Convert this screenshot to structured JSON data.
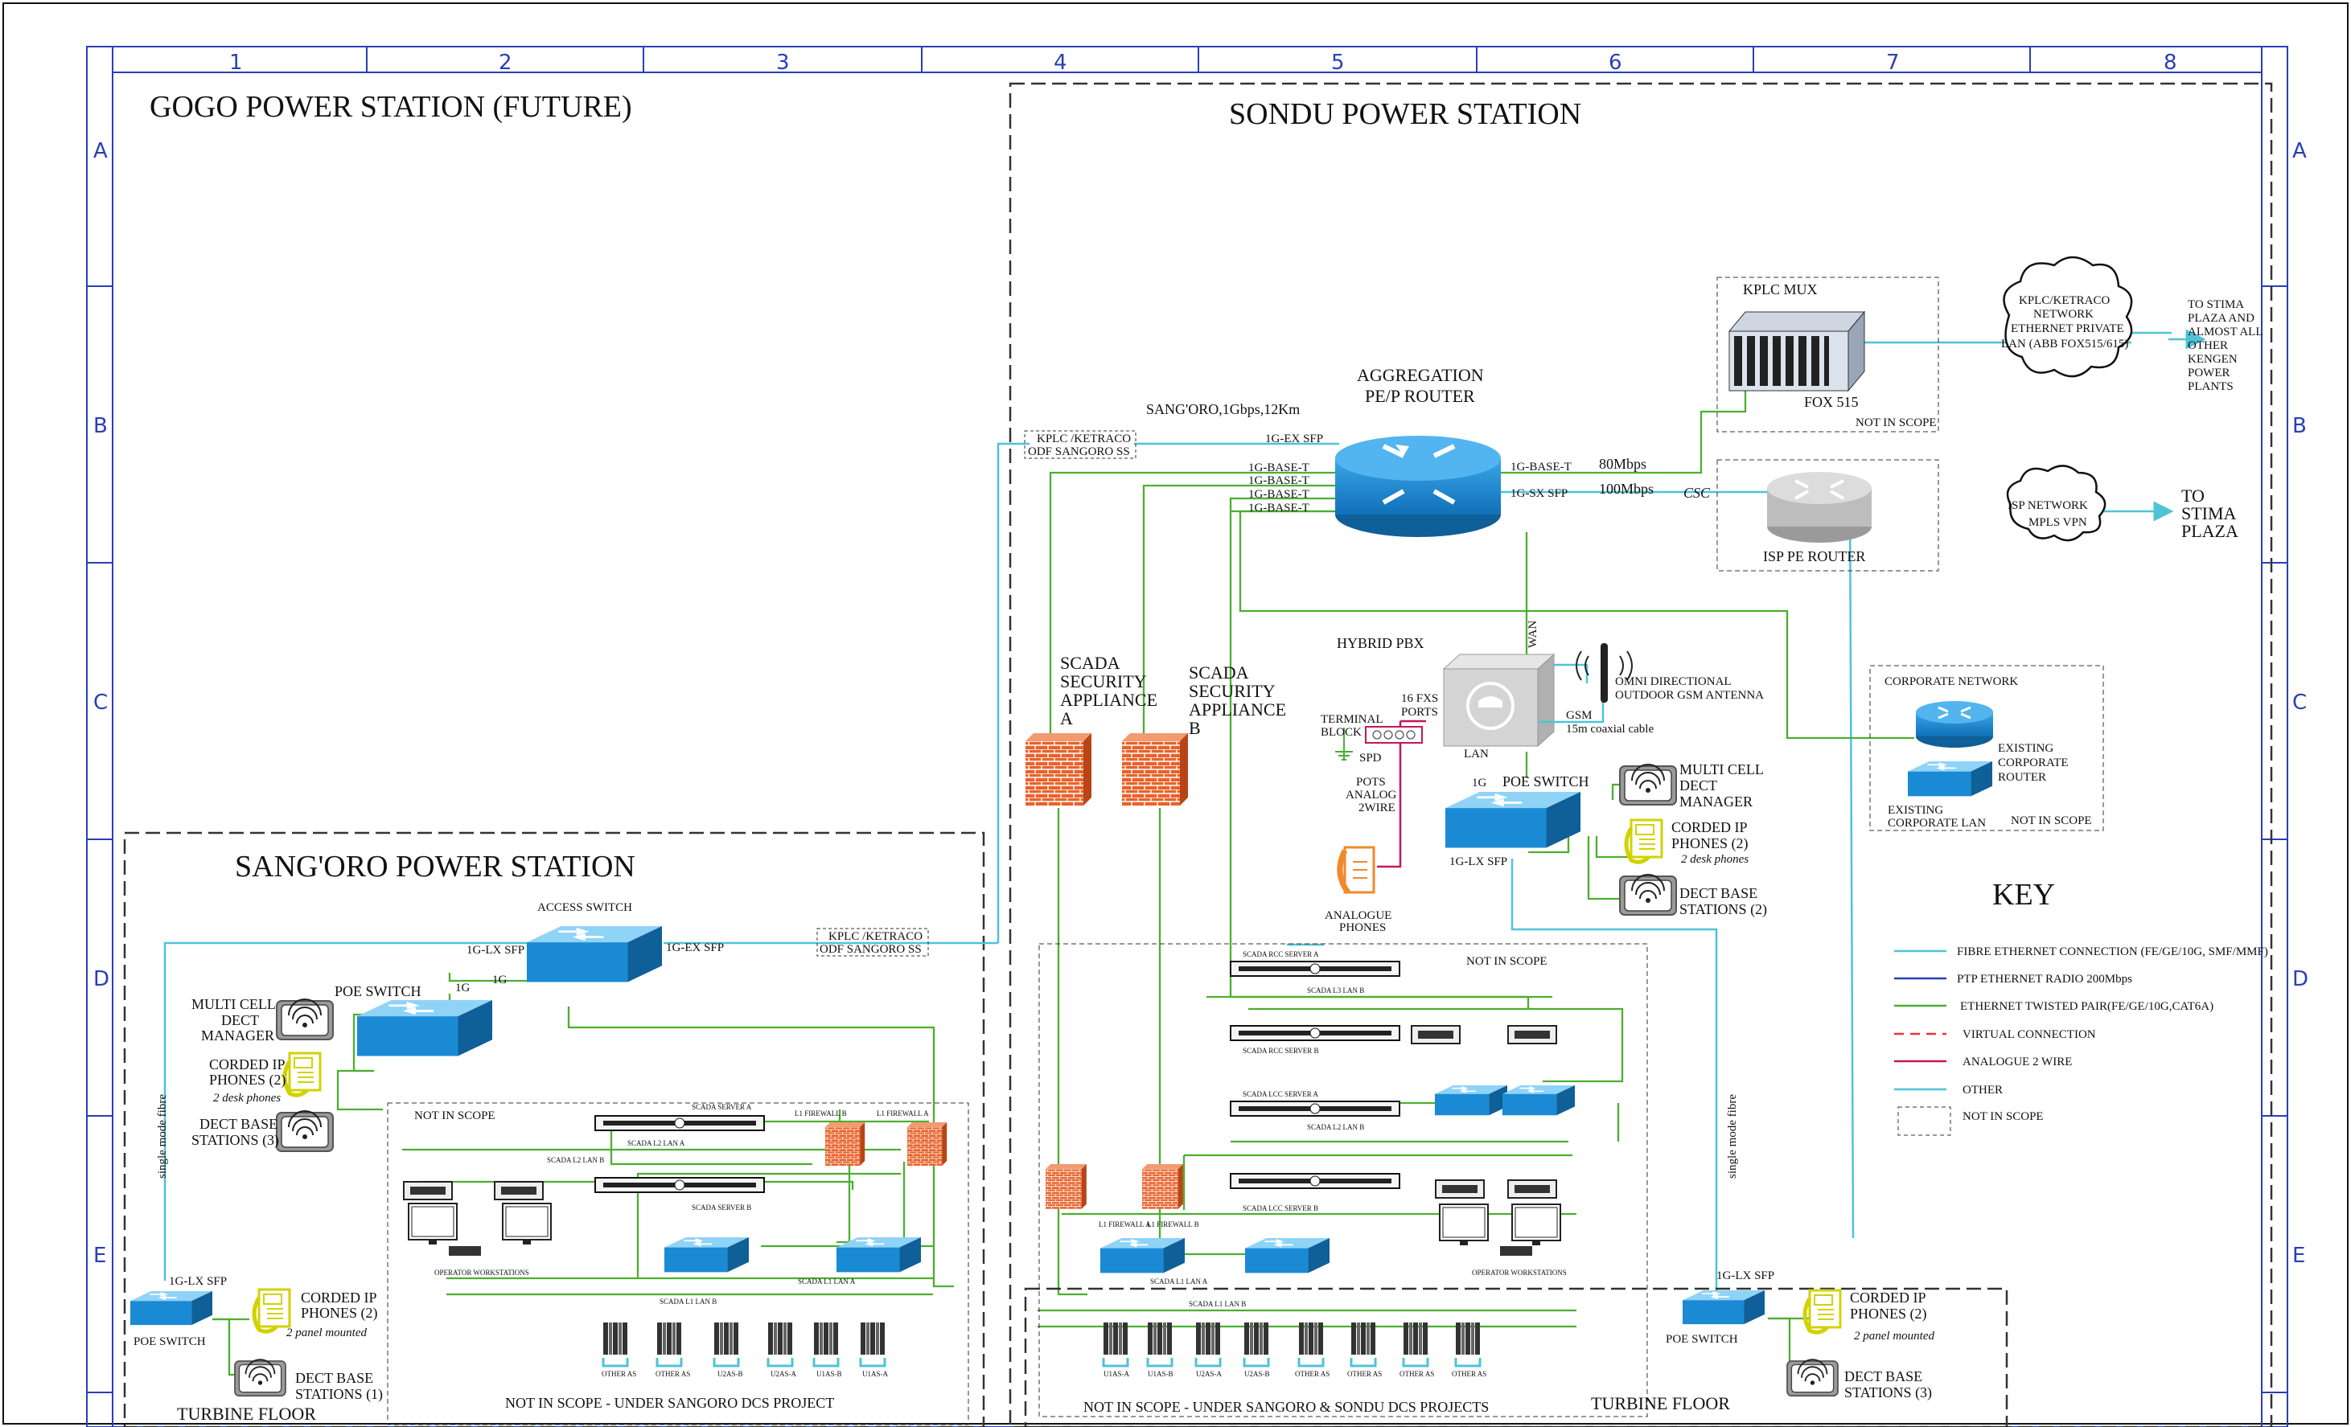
{
  "frame": {
    "columns": [
      "1",
      "2",
      "3",
      "4",
      "5",
      "6",
      "7",
      "8"
    ],
    "rows": [
      "A",
      "B",
      "C",
      "D",
      "E"
    ]
  },
  "colors": {
    "fibre": "#4fc3d6",
    "ptp_radio": "#2a3fb5",
    "twisted_pair": "#4caf2f",
    "virtual": "#e53935",
    "analogue": "#c2185b",
    "other": "#4fc3d6",
    "device_blue": "#1e88d0",
    "firewall": "#e8622a"
  },
  "gogo": {
    "title": "GOGO  POWER STATION (FUTURE)"
  },
  "sondu": {
    "title": "SONDU POWER STATION",
    "aggregation_router": "AGGREGATION\nPE/P ROUTER",
    "aggregation_line1": "AGGREGATION",
    "aggregation_line2": "PE/P ROUTER",
    "link_label": "SANG'ORO,1Gbps,12Km",
    "ports_left": [
      "1G-EX SFP",
      "1G-BASE-T",
      "1G-BASE-T",
      "1G-BASE-T",
      "1G-BASE-T"
    ],
    "port_right_1": "1G-BASE-T",
    "port_right_2": "1G-SX SFP",
    "speed_1": "80Mbps",
    "speed_2": "100Mbps",
    "csc": "CSC",
    "kplc_odf": [
      "KPLC /KETRACO",
      "ODF SANGORO SS"
    ],
    "kplc_mux": "KPLC MUX",
    "fox": "FOX 515",
    "not_in_scope": "NOT IN SCOPE",
    "kplc_cloud": [
      "KPLC/KETRACO",
      "NETWORK",
      "ETHERNET PRIVATE",
      "LAN (ABB FOX515/615)"
    ],
    "to_stima_1": [
      "TO STIMA",
      "PLAZA AND",
      "ALMOST ALL",
      "OTHER",
      "KENGEN",
      "POWER",
      "PLANTS"
    ],
    "isp_router": "ISP PE ROUTER",
    "isp_cloud": [
      "ISP NETWORK",
      "MPLS VPN"
    ],
    "to_stima_2": [
      "TO",
      "STIMA",
      "PLAZA"
    ],
    "corporate_network": "CORPORATE NETWORK",
    "existing_router": [
      "EXISTING",
      "CORPORATE",
      "ROUTER"
    ],
    "existing_lan": [
      "EXISTING",
      "CORPORATE LAN"
    ],
    "hybrid_pbx": "HYBRID PBX",
    "wan": "WAN",
    "lan": "LAN",
    "gsm": "GSM",
    "coax": "15m coaxial cable",
    "antenna": [
      "OMNI DIRECTIONAL",
      "OUTDOOR GSM ANTENNA"
    ],
    "fxs": [
      "16 FXS",
      "PORTS"
    ],
    "terminal_block": [
      "TERMINAL",
      "BLOCK"
    ],
    "spd": "SPD",
    "pots": [
      "POTS",
      "ANALOG",
      "2WIRE"
    ],
    "analogue_phones": [
      "ANALOGUE",
      "PHONES"
    ],
    "scada_a": [
      "SCADA",
      "SECURITY",
      "APPLIANCE",
      "A"
    ],
    "scada_b": [
      "SCADA",
      "SECURITY",
      "APPLIANCE",
      "B"
    ],
    "poe_switch": "POE SWITCH",
    "one_g": "1G",
    "lx_sfp": "1G-LX SFP",
    "multi_cell": [
      "MULTI CELL",
      "DECT",
      "MANAGER"
    ],
    "corded_ip": [
      "CORDED IP",
      "PHONES (2)"
    ],
    "desk_phones": "2 desk phones",
    "dect_base_2": [
      "DECT BASE",
      "STATIONS (2)"
    ],
    "single_mode": "single mode fibre",
    "dcs_not_in_scope": "NOT IN SCOPE",
    "dcs_items": [
      "SCADA  RCC SERVER A",
      "SCADA  L3 LAN B",
      "SCADA  RCC SERVER B",
      "SCADA  LCC SERVER A",
      "SCADA  L2 LAN B",
      "SCADA  LCC SERVER B",
      "OPERATOR WORKSTATIONS",
      "L1 FIREWALL A",
      "L1 FIREWALL B",
      "SCADA  L1 LAN A",
      "SCADA  L1 LAN B"
    ],
    "turbine_floor": "TURBINE FLOOR",
    "turbine_lx": "1G-LX SFP",
    "turbine_poe": "POE SWITCH",
    "turbine_corded": [
      "CORDED IP",
      "PHONES (2)"
    ],
    "panel_mounted": "2 panel mounted",
    "turbine_dect": [
      "DECT BASE",
      "STATIONS (3)"
    ],
    "bottom_note": "NOT IN SCOPE - UNDER SANGORO & SONDU  DCS PROJECTS",
    "unit_labels": [
      "U1AS-A",
      "U1AS-B",
      "U2AS-A",
      "U2AS-B",
      "OTHER AS",
      "OTHER AS",
      "OTHER AS",
      "OTHER AS"
    ]
  },
  "sangoro": {
    "title": "SANG'ORO  POWER STATION",
    "access_switch": "ACCESS SWITCH",
    "lx_sfp": "1G-LX SFP",
    "ex_sfp": "1G-EX SFP",
    "one_g_a": "1G",
    "one_g_b": "1G",
    "kplc_odf": [
      "KPLC /KETRACO",
      "ODF SANGORO SS"
    ],
    "poe_switch": "POE SWITCH",
    "multi_cell": [
      "MULTI CELL",
      "DECT",
      "MANAGER"
    ],
    "corded_ip": [
      "CORDED IP",
      "PHONES (2)"
    ],
    "desk_phones": "2 desk phones",
    "dect_base": [
      "DECT BASE",
      "STATIONS (3)"
    ],
    "single_mode": "single mode fibre",
    "dcs_not_in_scope": "NOT IN SCOPE",
    "dcs_items": [
      "SCADA  SERVER A",
      "SCADA  L2 LAN A",
      "SCADA  L2 LAN B",
      "SCADA  SERVER B",
      "L1 FIREWALL B",
      "L1 FIREWALL A",
      "OPERATOR WORKSTATIONS",
      "SCADA  L1 LAN A",
      "SCADA  L1 LAN B"
    ],
    "turbine_lx": "1G-LX SFP",
    "turbine_poe": "POE SWITCH",
    "turbine_corded": [
      "CORDED IP",
      "PHONES (2)"
    ],
    "panel_mounted": "2 panel mounted",
    "turbine_dect": [
      "DECT BASE",
      "STATIONS (1)"
    ],
    "turbine_floor": "TURBINE FLOOR",
    "bottom_note": "NOT IN SCOPE - UNDER SANGORO DCS PROJECT",
    "unit_labels": [
      "OTHER AS",
      "OTHER AS",
      "U2AS-B",
      "U2AS-A",
      "U1AS-B",
      "U1AS-A"
    ]
  },
  "key": {
    "title": "KEY",
    "items": [
      {
        "label": "FIBRE ETHERNET CONNECTION (FE/GE/10G, SMF/MMF)",
        "style": "fibre"
      },
      {
        "label": "PTP ETHERNET RADIO 200Mbps",
        "style": "ptp"
      },
      {
        "label": "ETHERNET TWISTED PAIR(FE/GE/10G,CAT6A)",
        "style": "tp"
      },
      {
        "label": "VIRTUAL CONNECTION",
        "style": "virtual"
      },
      {
        "label": "ANALOGUE 2 WIRE",
        "style": "analogue"
      },
      {
        "label": "OTHER",
        "style": "other"
      },
      {
        "label": "NOT IN SCOPE",
        "style": "box"
      }
    ]
  }
}
